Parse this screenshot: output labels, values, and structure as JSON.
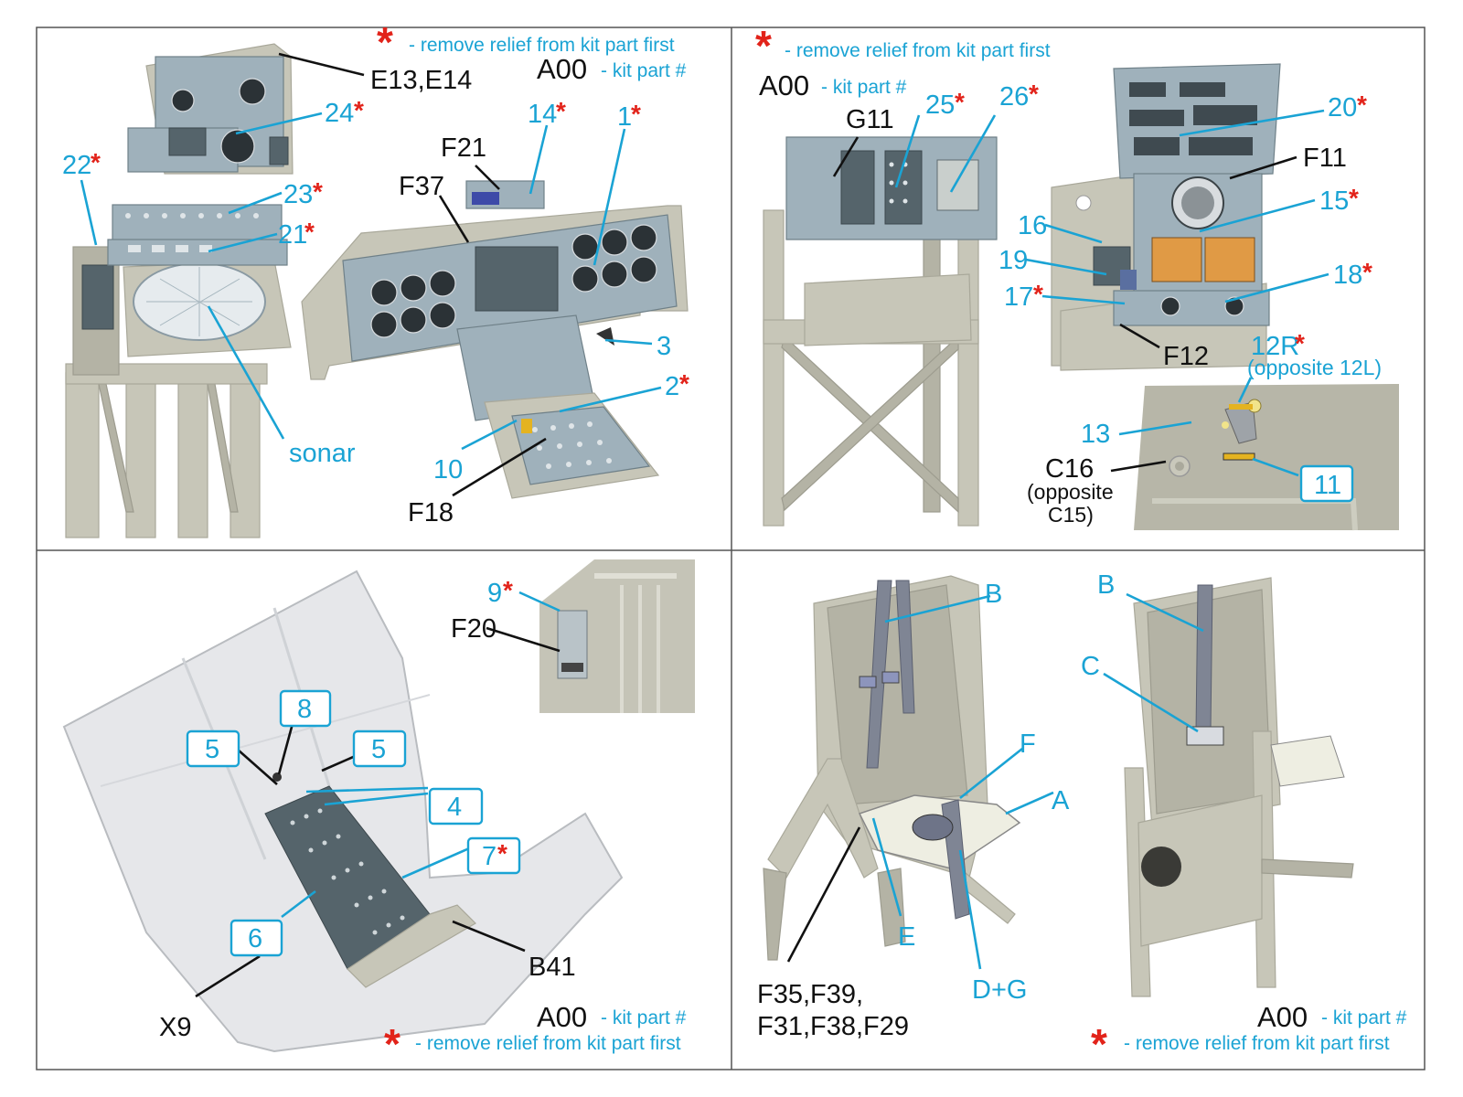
{
  "legend": {
    "remove_relief": "- remove relief from kit part first",
    "kit_code": "A00",
    "kit_part_text": "- kit part #",
    "asterisk": "*"
  },
  "q1": {
    "labels": {
      "e13": "E13,E14",
      "p24": "24",
      "p22": "22",
      "p23": "23",
      "p21": "21",
      "sonar": "sonar",
      "p14": "14",
      "p1": "1",
      "f21": "F21",
      "f37": "F37",
      "p3": "3",
      "p2": "2",
      "p10": "10",
      "f18": "F18"
    }
  },
  "q2": {
    "labels": {
      "g11": "G11",
      "p25": "25",
      "p26": "26",
      "p20": "20",
      "f11": "F11",
      "p15": "15",
      "p16": "16",
      "p19": "19",
      "p17": "17",
      "p18": "18",
      "f12": "F12",
      "p12r": "12R",
      "opp12l": "(opposite 12L)",
      "p13": "13",
      "c16": "C16",
      "opp_c15_a": "(opposite",
      "opp_c15_b": "C15)",
      "p11": "11"
    }
  },
  "q3": {
    "labels": {
      "p9": "9",
      "f20": "F20",
      "p8": "8",
      "p5a": "5",
      "p5b": "5",
      "p4": "4",
      "p7": "7",
      "p6": "6",
      "b41": "B41",
      "x9": "X9"
    }
  },
  "q4": {
    "labels": {
      "b1": "B",
      "f": "F",
      "a": "A",
      "e": "E",
      "dg": "D+G",
      "f35": "F35,F39,",
      "f31": "F31,F38,F29",
      "b2": "B",
      "c": "C"
    }
  }
}
